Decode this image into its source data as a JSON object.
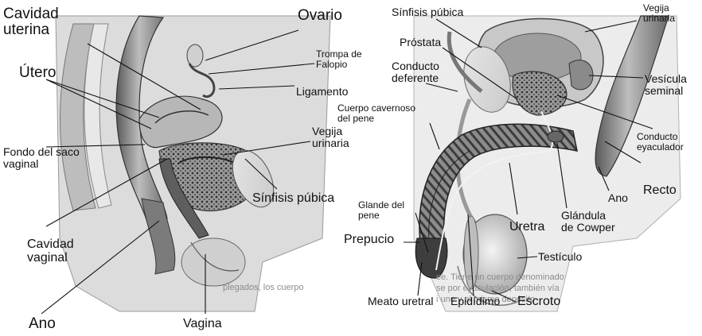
{
  "left_panel": {
    "labels": [
      {
        "id": "cavidad-uterina",
        "text": "Cavidad\nuterina"
      },
      {
        "id": "ovario",
        "text": "Ovario"
      },
      {
        "id": "trompa-de-falopio",
        "text": "Trompa de\nFalopio"
      },
      {
        "id": "utero",
        "text": "Útero"
      },
      {
        "id": "ligamento",
        "text": "Ligamento"
      },
      {
        "id": "vegija-urinaria-f",
        "text": "Vegija\nurinaria"
      },
      {
        "id": "fondo-del-saco-vaginal",
        "text": "Fondo del saco\nvaginal"
      },
      {
        "id": "sinfisis-pubica-f",
        "text": "Sínfisis púbica"
      },
      {
        "id": "cavidad-vaginal",
        "text": "Cavidad\nvaginal"
      },
      {
        "id": "ano-f",
        "text": "Ano"
      },
      {
        "id": "vagina",
        "text": "Vagina"
      }
    ],
    "caption_fragment": "plegados, los cuerpo"
  },
  "right_panel": {
    "labels": [
      {
        "id": "sinfisis-pubica-m",
        "text": "Sínfisis púbica"
      },
      {
        "id": "vegija-urinaria-m",
        "text": "Vegija\nurinaria"
      },
      {
        "id": "prostata",
        "text": "Próstata"
      },
      {
        "id": "conducto-deferente",
        "text": "Conducto\ndeferente"
      },
      {
        "id": "vesicula-seminal",
        "text": "Vesícula\nseminal"
      },
      {
        "id": "cuerpo-cavernoso",
        "text": "Cuerpo cavernoso\ndel pene"
      },
      {
        "id": "conducto-eyaculador",
        "text": "Conducto\neyaculador"
      },
      {
        "id": "recto",
        "text": "Recto"
      },
      {
        "id": "ano-m",
        "text": "Ano"
      },
      {
        "id": "glande-del-pene",
        "text": "Glande del\npene"
      },
      {
        "id": "uretra",
        "text": "Uretra"
      },
      {
        "id": "glandula-de-cowper",
        "text": "Glándula\nde Cowper"
      },
      {
        "id": "prepucio",
        "text": "Prepucio"
      },
      {
        "id": "testiculo",
        "text": "Testículo"
      },
      {
        "id": "meato-uretral",
        "text": "Meato uretral"
      },
      {
        "id": "epididimo",
        "text": "Epidídimo"
      },
      {
        "id": "escroto",
        "text": "Escroto"
      }
    ],
    "caption_lines": [
      "ee. Tiene un cuerpo denominado",
      "se por eyaculación, también vía",
      "i uno y el mismo depósito"
    ]
  }
}
